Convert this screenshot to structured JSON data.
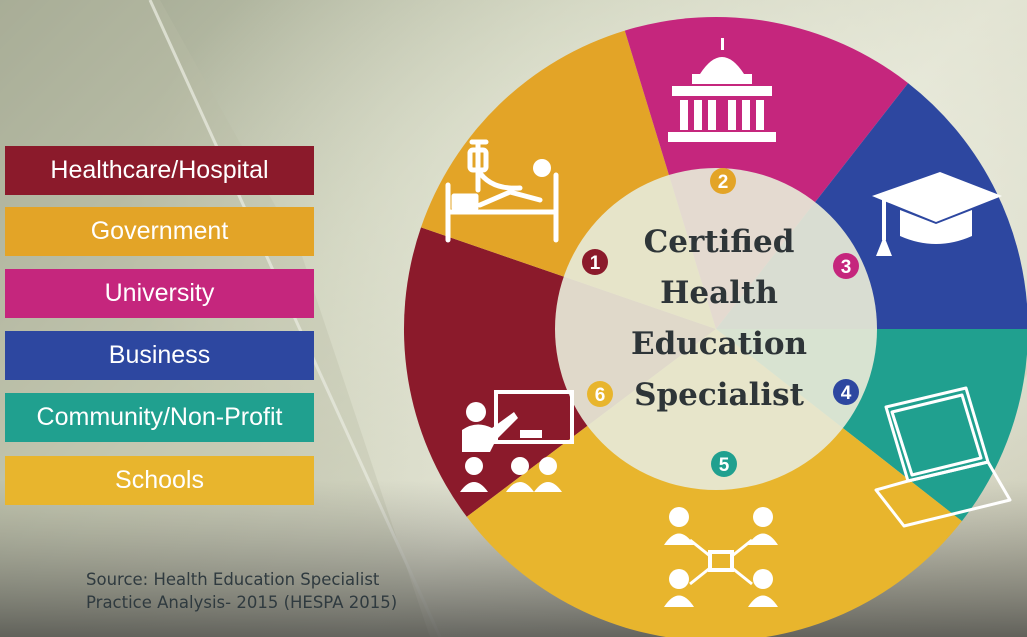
{
  "legend": [
    {
      "label": "Healthcare/Hospital",
      "color": "#8b1a2b"
    },
    {
      "label": "Government",
      "color": "#e3a427"
    },
    {
      "label": "University",
      "color": "#c5267d"
    },
    {
      "label": "Business",
      "color": "#2d47a0"
    },
    {
      "label": "Community/Non-Profit",
      "color": "#20a08f"
    },
    {
      "label": "Schools",
      "color": "#e8b52d"
    }
  ],
  "center": {
    "lines": [
      "Certified",
      "Health",
      "Education",
      "Specialist"
    ],
    "color": "#2e3538"
  },
  "segments": [
    {
      "number": "1",
      "icon": "hospital-bed-icon",
      "color": "#8b1a2b"
    },
    {
      "number": "2",
      "icon": "capitol-building-icon",
      "color": "#e3a427"
    },
    {
      "number": "3",
      "icon": "graduation-cap-icon",
      "color": "#c5267d"
    },
    {
      "number": "4",
      "icon": "laptop-icon",
      "color": "#2d47a0"
    },
    {
      "number": "5",
      "icon": "network-people-icon",
      "color": "#20a08f"
    },
    {
      "number": "6",
      "icon": "teacher-classroom-icon",
      "color": "#e8b52d"
    }
  ],
  "source": {
    "line1": "Source: Health Education Specialist",
    "line2": "Practice Analysis- 2015 (HESPA 2015)"
  }
}
